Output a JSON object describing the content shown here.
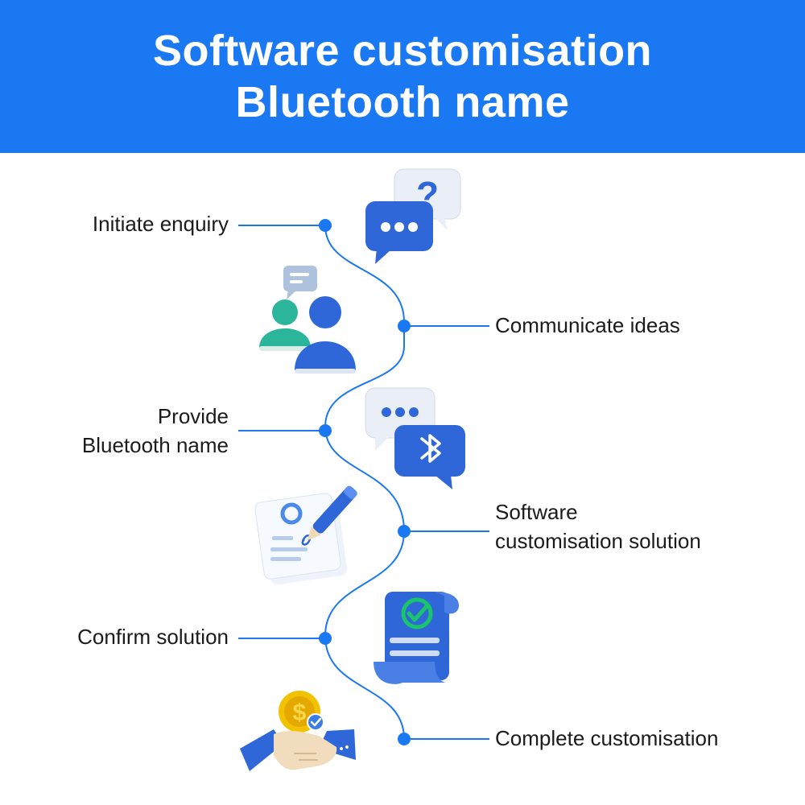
{
  "header": {
    "title_line1": "Software customisation",
    "title_line2": "Bluetooth name"
  },
  "colors": {
    "header_bg": "#1a78f2",
    "path": "#1a78f2",
    "icon_blue": "#2f67d8",
    "icon_light": "#e9eef7",
    "icon_teal": "#2bb59b",
    "icon_gold": "#f2c200",
    "icon_green": "#19c46a"
  },
  "steps": [
    {
      "lines": [
        "Initiate enquiry"
      ],
      "side": "left",
      "icon": "chat-question-icon"
    },
    {
      "lines": [
        "Communicate ideas"
      ],
      "side": "right",
      "icon": "people-chat-icon"
    },
    {
      "lines": [
        "Provide",
        "Bluetooth name"
      ],
      "side": "left",
      "icon": "bluetooth-chat-icon"
    },
    {
      "lines": [
        "Software",
        "customisation solution"
      ],
      "side": "right",
      "icon": "document-pen-icon"
    },
    {
      "lines": [
        "Confirm solution"
      ],
      "side": "left",
      "icon": "check-scroll-icon"
    },
    {
      "lines": [
        "Complete customisation"
      ],
      "side": "right",
      "icon": "handshake-coin-icon"
    }
  ]
}
